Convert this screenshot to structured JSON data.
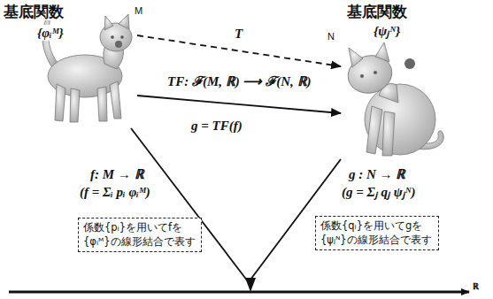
{
  "diagram": {
    "nodes": [
      {
        "text": [
          "M"
        ]
      },
      {
        "text": [
          "N"
        ]
      },
      {
        "text": [
          "係数{pᵢ}を用いてfを {φᵢᴹ}の線形結合で表す"
        ]
      },
      {
        "text": [
          "係数{qᵢ}を用いてgを {ψⱼᴺ}の線形結合で表す"
        ]
      }
    ],
    "edges": [
      {
        "from": 0,
        "to": 1,
        "label": "T",
        "arrow": "to"
      },
      {
        "from": 0,
        "to": 1,
        "label": "TF: ℱ(M, ℝ) ⟶ ℱ(N, ℝ)",
        "arrow": "to"
      }
    ],
    "labels": [
      "基底関数",
      "{φᵢᴹ}",
      "基底関数",
      "{ψⱼᴺ}",
      "g = TF(f)",
      "f: M → ℝ",
      "(f = Σᵢ pᵢ φᵢᴹ)",
      "g : N → ℝ",
      "(g = Σⱼ qⱼ ψⱼᴺ)",
      "ℝ"
    ]
  }
}
